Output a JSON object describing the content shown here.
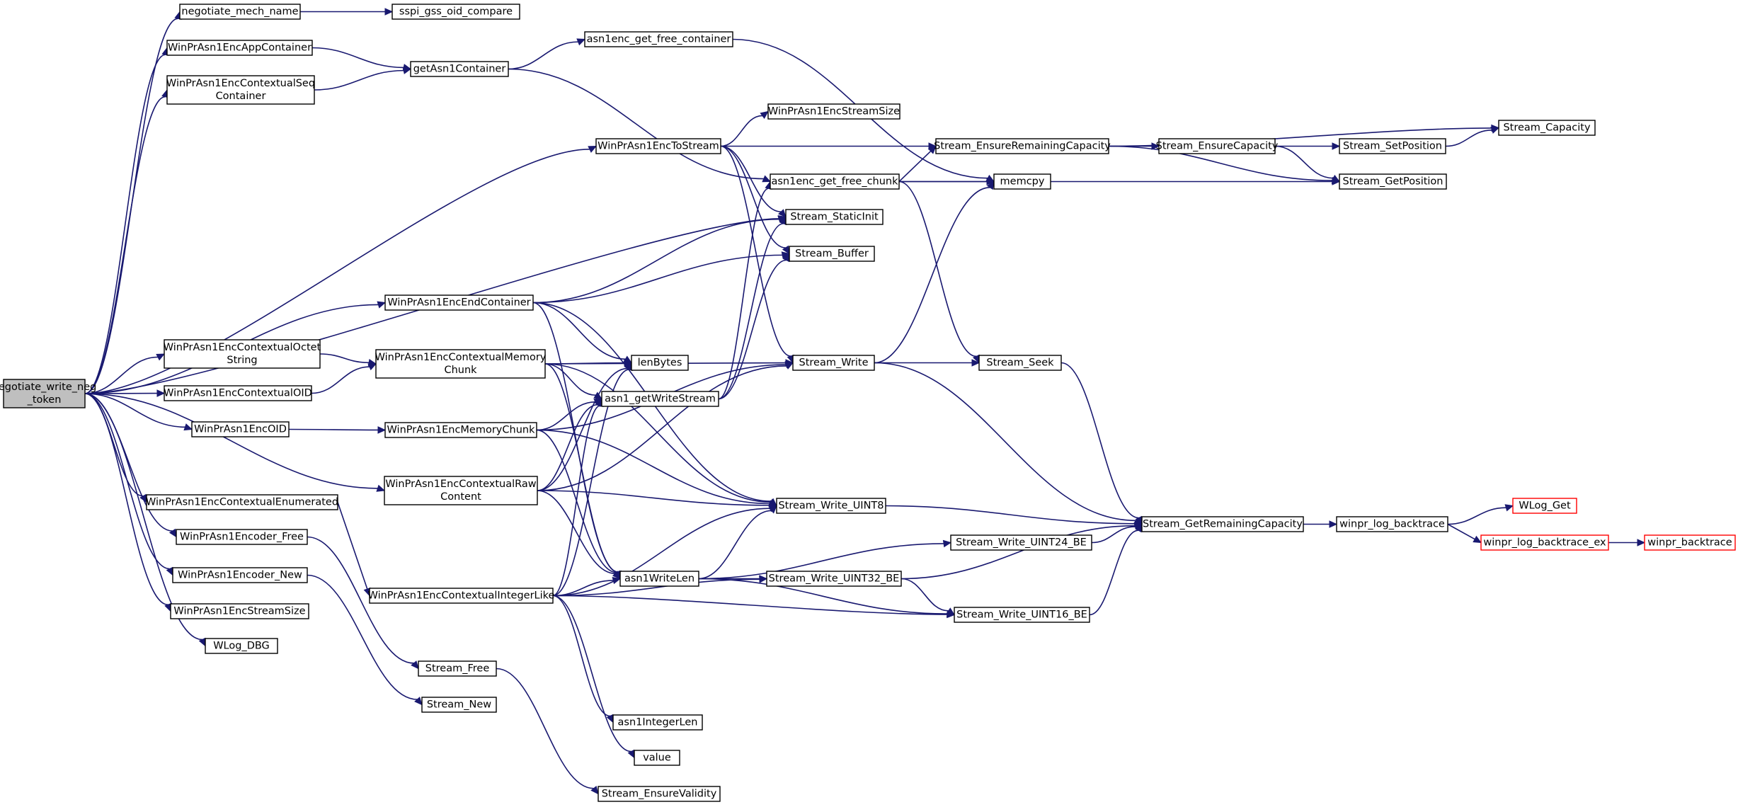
{
  "nodes": [
    {
      "id": "root",
      "lines": [
        "negotiate_write_neg",
        "_token"
      ],
      "style": "root"
    },
    {
      "id": "nmn",
      "lines": [
        "negotiate_mech_name"
      ]
    },
    {
      "id": "sspi",
      "lines": [
        "sspi_gss_oid_compare"
      ]
    },
    {
      "id": "appc",
      "lines": [
        "WinPrAsn1EncAppContainer"
      ]
    },
    {
      "id": "seqc",
      "lines": [
        "WinPrAsn1EncContextualSeq",
        "Container"
      ]
    },
    {
      "id": "getc",
      "lines": [
        "getAsn1Container"
      ]
    },
    {
      "id": "gfc",
      "lines": [
        "asn1enc_get_free_container"
      ]
    },
    {
      "id": "ssize",
      "lines": [
        "WinPrAsn1EncStreamSize"
      ]
    },
    {
      "id": "tostream",
      "lines": [
        "WinPrAsn1EncToStream"
      ]
    },
    {
      "id": "erc",
      "lines": [
        "Stream_EnsureRemainingCapacity"
      ]
    },
    {
      "id": "ecap",
      "lines": [
        "Stream_EnsureCapacity"
      ]
    },
    {
      "id": "setpos",
      "lines": [
        "Stream_SetPosition"
      ]
    },
    {
      "id": "cap",
      "lines": [
        "Stream_Capacity"
      ]
    },
    {
      "id": "getpos",
      "lines": [
        "Stream_GetPosition"
      ]
    },
    {
      "id": "gfchunk",
      "lines": [
        "asn1enc_get_free_chunk"
      ]
    },
    {
      "id": "memcpy",
      "lines": [
        "memcpy"
      ]
    },
    {
      "id": "sinit",
      "lines": [
        "Stream_StaticInit"
      ]
    },
    {
      "id": "sbuf",
      "lines": [
        "Stream_Buffer"
      ]
    },
    {
      "id": "endc",
      "lines": [
        "WinPrAsn1EncEndContainer"
      ]
    },
    {
      "id": "octs",
      "lines": [
        "WinPrAsn1EncContextualOctet",
        "String"
      ]
    },
    {
      "id": "cmem",
      "lines": [
        "WinPrAsn1EncContextualMemory",
        "Chunk"
      ]
    },
    {
      "id": "lenb",
      "lines": [
        "lenBytes"
      ]
    },
    {
      "id": "swrite",
      "lines": [
        "Stream_Write"
      ]
    },
    {
      "id": "sseek",
      "lines": [
        "Stream_Seek"
      ]
    },
    {
      "id": "coid",
      "lines": [
        "WinPrAsn1EncContextualOID"
      ]
    },
    {
      "id": "getws",
      "lines": [
        "asn1_getWriteStream"
      ]
    },
    {
      "id": "eoid",
      "lines": [
        "WinPrAsn1EncOID"
      ]
    },
    {
      "id": "emem",
      "lines": [
        "WinPrAsn1EncMemoryChunk"
      ]
    },
    {
      "id": "craw",
      "lines": [
        "WinPrAsn1EncContextualRaw",
        "Content"
      ]
    },
    {
      "id": "u8",
      "lines": [
        "Stream_Write_UINT8"
      ]
    },
    {
      "id": "grc",
      "lines": [
        "Stream_GetRemainingCapacity"
      ]
    },
    {
      "id": "wlb",
      "lines": [
        "winpr_log_backtrace"
      ]
    },
    {
      "id": "wlget",
      "lines": [
        "WLog_Get"
      ],
      "style": "red"
    },
    {
      "id": "cenum",
      "lines": [
        "WinPrAsn1EncContextualEnumerated"
      ]
    },
    {
      "id": "efree",
      "lines": [
        "WinPrAsn1Encoder_Free"
      ]
    },
    {
      "id": "u24",
      "lines": [
        "Stream_Write_UINT24_BE"
      ]
    },
    {
      "id": "wlbex",
      "lines": [
        "winpr_log_backtrace_ex"
      ],
      "style": "red"
    },
    {
      "id": "wbt",
      "lines": [
        "winpr_backtrace"
      ],
      "style": "red"
    },
    {
      "id": "enew",
      "lines": [
        "WinPrAsn1Encoder_New"
      ]
    },
    {
      "id": "u32",
      "lines": [
        "Stream_Write_UINT32_BE"
      ]
    },
    {
      "id": "wlen",
      "lines": [
        "asn1WriteLen"
      ]
    },
    {
      "id": "cint",
      "lines": [
        "WinPrAsn1EncContextualIntegerLike"
      ]
    },
    {
      "id": "ssize2",
      "lines": [
        "WinPrAsn1EncStreamSize"
      ]
    },
    {
      "id": "u16",
      "lines": [
        "Stream_Write_UINT16_BE"
      ]
    },
    {
      "id": "wdbg",
      "lines": [
        "WLog_DBG"
      ]
    },
    {
      "id": "sfree",
      "lines": [
        "Stream_Free"
      ]
    },
    {
      "id": "snew",
      "lines": [
        "Stream_New"
      ]
    },
    {
      "id": "intlen",
      "lines": [
        "asn1IntegerLen"
      ]
    },
    {
      "id": "value",
      "lines": [
        "value"
      ]
    },
    {
      "id": "svalid",
      "lines": [
        "Stream_EnsureValidity"
      ]
    }
  ],
  "edges": [
    [
      "root",
      "nmn"
    ],
    [
      "root",
      "appc"
    ],
    [
      "root",
      "seqc"
    ],
    [
      "root",
      "sinit"
    ],
    [
      "root",
      "tostream"
    ],
    [
      "root",
      "endc"
    ],
    [
      "root",
      "octs"
    ],
    [
      "root",
      "coid"
    ],
    [
      "root",
      "eoid"
    ],
    [
      "root",
      "craw"
    ],
    [
      "root",
      "cenum"
    ],
    [
      "root",
      "efree"
    ],
    [
      "root",
      "enew"
    ],
    [
      "root",
      "ssize2"
    ],
    [
      "root",
      "wdbg"
    ],
    [
      "nmn",
      "sspi"
    ],
    [
      "appc",
      "getc"
    ],
    [
      "seqc",
      "getc"
    ],
    [
      "getc",
      "gfc"
    ],
    [
      "getc",
      "gfchunk"
    ],
    [
      "gfc",
      "memcpy"
    ],
    [
      "tostream",
      "ssize"
    ],
    [
      "tostream",
      "erc"
    ],
    [
      "tostream",
      "sbuf"
    ],
    [
      "tostream",
      "swrite"
    ],
    [
      "tostream",
      "sinit"
    ],
    [
      "erc",
      "ecap"
    ],
    [
      "erc",
      "cap"
    ],
    [
      "erc",
      "getpos"
    ],
    [
      "ecap",
      "setpos"
    ],
    [
      "ecap",
      "getpos"
    ],
    [
      "setpos",
      "cap"
    ],
    [
      "gfchunk",
      "memcpy"
    ],
    [
      "gfchunk",
      "getpos"
    ],
    [
      "gfchunk",
      "sseek"
    ],
    [
      "gfchunk",
      "erc"
    ],
    [
      "endc",
      "sinit"
    ],
    [
      "endc",
      "sbuf"
    ],
    [
      "endc",
      "lenb"
    ],
    [
      "endc",
      "wlen"
    ],
    [
      "endc",
      "u8"
    ],
    [
      "octs",
      "cmem"
    ],
    [
      "coid",
      "cmem"
    ],
    [
      "cmem",
      "lenb"
    ],
    [
      "cmem",
      "getws"
    ],
    [
      "cmem",
      "swrite"
    ],
    [
      "cmem",
      "u8"
    ],
    [
      "cmem",
      "wlen"
    ],
    [
      "eoid",
      "emem"
    ],
    [
      "emem",
      "getws"
    ],
    [
      "emem",
      "swrite"
    ],
    [
      "emem",
      "u8"
    ],
    [
      "emem",
      "wlen"
    ],
    [
      "craw",
      "getws"
    ],
    [
      "craw",
      "lenb"
    ],
    [
      "craw",
      "swrite"
    ],
    [
      "craw",
      "u8"
    ],
    [
      "craw",
      "wlen"
    ],
    [
      "cenum",
      "cint"
    ],
    [
      "efree",
      "sfree"
    ],
    [
      "enew",
      "snew"
    ],
    [
      "cint",
      "wlen"
    ],
    [
      "cint",
      "getws"
    ],
    [
      "cint",
      "lenb"
    ],
    [
      "cint",
      "u8"
    ],
    [
      "cint",
      "u32"
    ],
    [
      "cint",
      "u16"
    ],
    [
      "cint",
      "intlen"
    ],
    [
      "cint",
      "value"
    ],
    [
      "getws",
      "gfchunk"
    ],
    [
      "getws",
      "sinit"
    ],
    [
      "getws",
      "sbuf"
    ],
    [
      "swrite",
      "sseek"
    ],
    [
      "swrite",
      "grc"
    ],
    [
      "swrite",
      "memcpy"
    ],
    [
      "sseek",
      "grc"
    ],
    [
      "wlen",
      "u8"
    ],
    [
      "wlen",
      "u24"
    ],
    [
      "wlen",
      "u32"
    ],
    [
      "wlen",
      "u16"
    ],
    [
      "u8",
      "grc"
    ],
    [
      "u24",
      "grc"
    ],
    [
      "u32",
      "grc"
    ],
    [
      "u32",
      "u16"
    ],
    [
      "u16",
      "grc"
    ],
    [
      "grc",
      "wlb"
    ],
    [
      "wlb",
      "wlget"
    ],
    [
      "wlb",
      "wlbex"
    ],
    [
      "wlbex",
      "wbt"
    ],
    [
      "sfree",
      "svalid"
    ]
  ]
}
